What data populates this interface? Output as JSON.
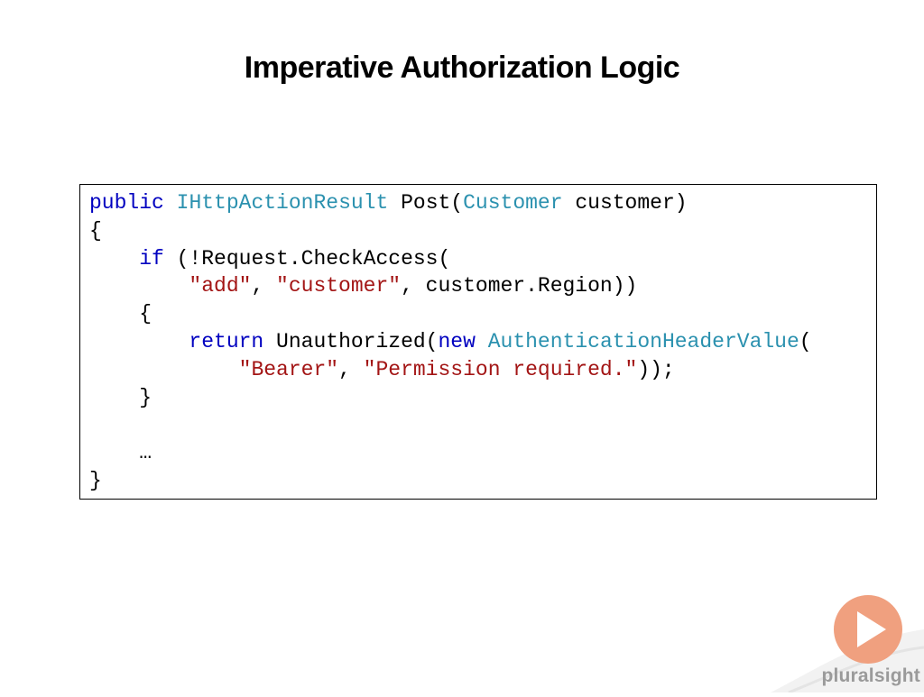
{
  "slide": {
    "title": "Imperative Authorization Logic"
  },
  "code": {
    "lines": [
      [
        {
          "t": "public",
          "c": "kw"
        },
        {
          "t": " ",
          "c": "plain"
        },
        {
          "t": "IHttpActionResult",
          "c": "type"
        },
        {
          "t": " Post(",
          "c": "plain"
        },
        {
          "t": "Customer",
          "c": "type"
        },
        {
          "t": " customer)",
          "c": "plain"
        }
      ],
      [
        {
          "t": "{",
          "c": "plain"
        }
      ],
      [
        {
          "t": "    ",
          "c": "plain"
        },
        {
          "t": "if",
          "c": "kw"
        },
        {
          "t": " (!Request.CheckAccess(",
          "c": "plain"
        }
      ],
      [
        {
          "t": "        ",
          "c": "plain"
        },
        {
          "t": "\"add\"",
          "c": "str"
        },
        {
          "t": ", ",
          "c": "plain"
        },
        {
          "t": "\"customer\"",
          "c": "str"
        },
        {
          "t": ", customer.Region))",
          "c": "plain"
        }
      ],
      [
        {
          "t": "    {",
          "c": "plain"
        }
      ],
      [
        {
          "t": "        ",
          "c": "plain"
        },
        {
          "t": "return",
          "c": "kw"
        },
        {
          "t": " Unauthorized(",
          "c": "plain"
        },
        {
          "t": "new",
          "c": "kw"
        },
        {
          "t": " ",
          "c": "plain"
        },
        {
          "t": "AuthenticationHeaderValue",
          "c": "type"
        },
        {
          "t": "(",
          "c": "plain"
        }
      ],
      [
        {
          "t": "            ",
          "c": "plain"
        },
        {
          "t": "\"Bearer\"",
          "c": "str"
        },
        {
          "t": ", ",
          "c": "plain"
        },
        {
          "t": "\"Permission required.\"",
          "c": "str"
        },
        {
          "t": "));",
          "c": "plain"
        }
      ],
      [
        {
          "t": "    }",
          "c": "plain"
        }
      ],
      [
        {
          "t": "",
          "c": "plain"
        }
      ],
      [
        {
          "t": "    …",
          "c": "plain"
        }
      ],
      [
        {
          "t": "}",
          "c": "plain"
        }
      ]
    ]
  },
  "branding": {
    "logo_text": "pluralsight",
    "play_color": "#f0a07f",
    "icon": "play-icon"
  }
}
